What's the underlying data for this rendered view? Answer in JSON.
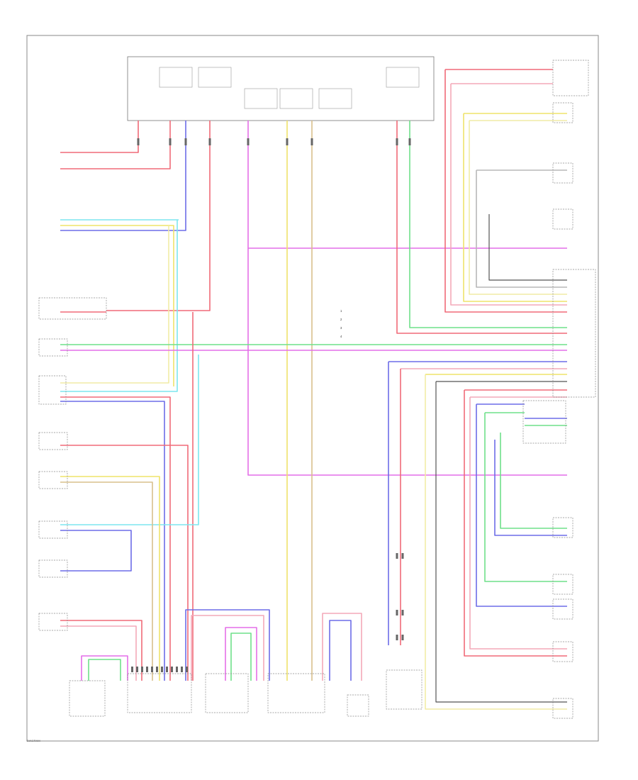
{
  "colors": {
    "red": "#f06a78",
    "pink": "#f4a9b8",
    "magenta": "#e46fe8",
    "yellow": "#efe36a",
    "lightyellow": "#f1eca6",
    "green": "#6fe08a",
    "blue": "#6d6de8",
    "cyan": "#7de6ef",
    "tan": "#d8c08c",
    "gray": "#b8b8b8",
    "dark": "#555555"
  },
  "footer_code": "DIAGRAM",
  "legend": [
    "1",
    "2",
    "3",
    "4"
  ]
}
